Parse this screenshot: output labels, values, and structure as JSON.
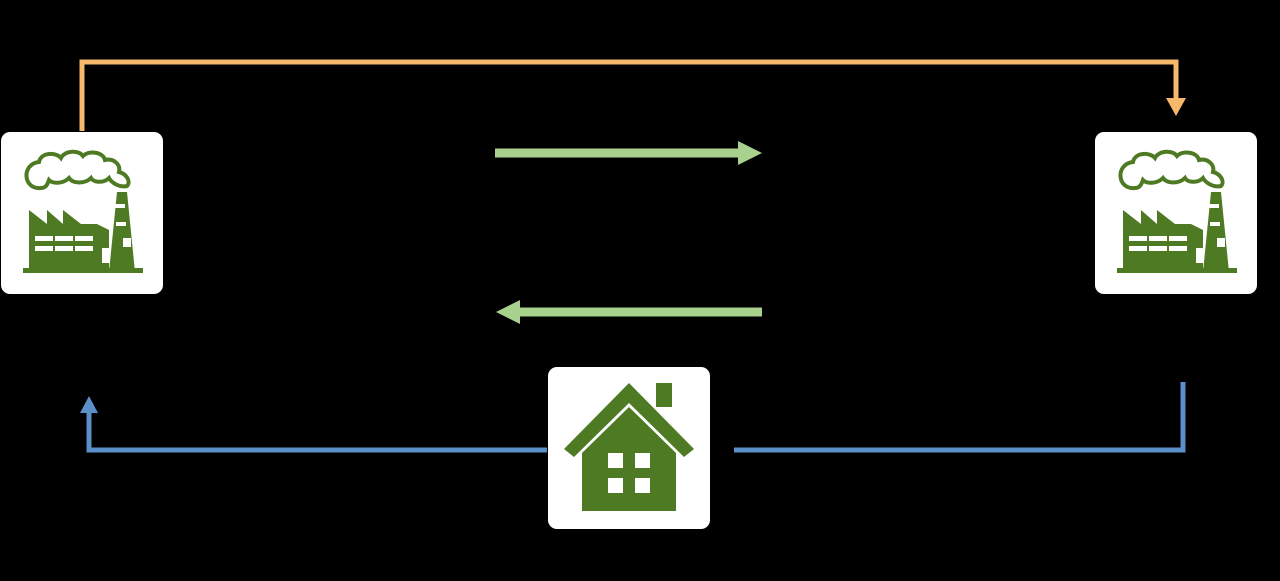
{
  "diagram": {
    "background": "#000000",
    "colors": {
      "orange_flow": "#f6b96b",
      "green_flow": "#a9d18e",
      "blue_flow": "#5b8fc9",
      "icon_green": "#4e7a24",
      "tile_background": "#ffffff"
    },
    "nodes": [
      {
        "id": "factory-left",
        "icon": "factory-icon"
      },
      {
        "id": "factory-right",
        "icon": "factory-icon"
      },
      {
        "id": "household",
        "icon": "house-icon"
      }
    ],
    "edges": [
      {
        "from": "factory-left",
        "to": "factory-right",
        "color": "orange",
        "kind": "elbow-over-top"
      },
      {
        "from": "factory-left",
        "to": "factory-right",
        "color": "green",
        "kind": "straight-arrow"
      },
      {
        "from": "factory-right",
        "to": "factory-left",
        "color": "green",
        "kind": "straight-arrow"
      },
      {
        "from": "factory-right",
        "to": "factory-left",
        "color": "blue",
        "kind": "elbow-under-bottom-via-household"
      }
    ]
  }
}
